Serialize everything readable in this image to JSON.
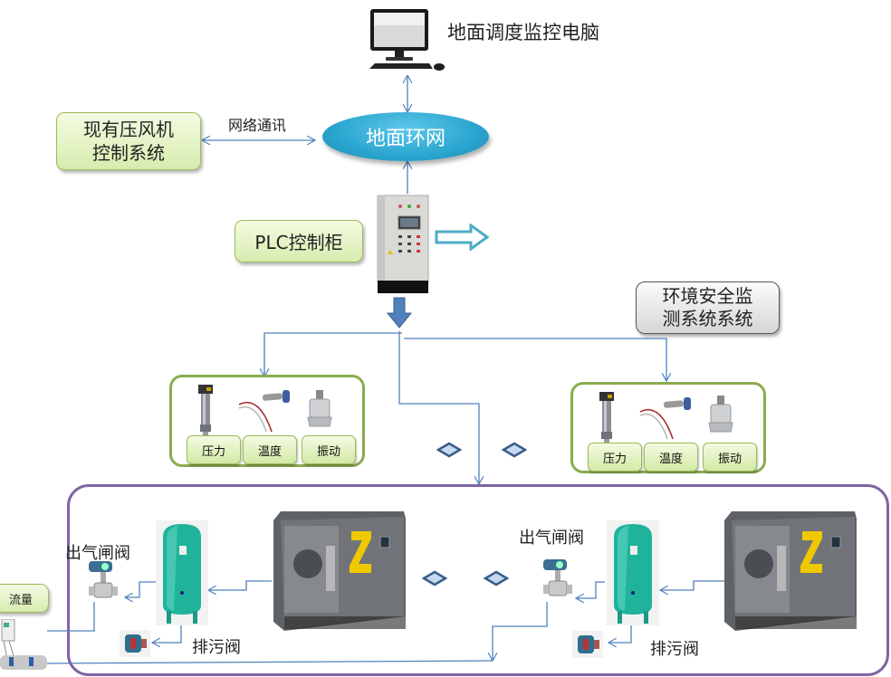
{
  "diagram": {
    "monitor_pc": {
      "label": "地面调度监控电脑",
      "icon": "computer-icon"
    },
    "ring_network": {
      "label": "地面环网",
      "color": "#2fb3d9"
    },
    "network_comm": {
      "label": "网络通讯"
    },
    "existing_compressor_control": {
      "label_line1": "现有压风机",
      "label_line2": "控制系统"
    },
    "plc_cabinet": {
      "label": "PLC控制柜",
      "icon": "control-cabinet-icon"
    },
    "env_safety_monitor": {
      "label_line1": "环境安全监",
      "label_line2": "测系统系统"
    },
    "sensor_groups": [
      {
        "sensors": [
          {
            "label": "压力",
            "icon": "pressure-sensor-icon"
          },
          {
            "label": "温度",
            "icon": "temperature-sensor-icon"
          },
          {
            "label": "振动",
            "icon": "vibration-sensor-icon"
          }
        ]
      },
      {
        "sensors": [
          {
            "label": "压力",
            "icon": "pressure-sensor-icon"
          },
          {
            "label": "温度",
            "icon": "temperature-sensor-icon"
          },
          {
            "label": "振动",
            "icon": "vibration-sensor-icon"
          }
        ]
      }
    ],
    "compressor_units": [
      {
        "outlet_valve": "出气闸阀",
        "drain_valve": "排污阀",
        "compressor_mark": "Z"
      },
      {
        "outlet_valve": "出气闸阀",
        "drain_valve": "排污阀",
        "compressor_mark": "Z"
      }
    ],
    "flow_meter": {
      "label": "流量"
    },
    "colors": {
      "line": "#4f81bd",
      "green_border": "#9bbb59",
      "station_border": "#8064a2",
      "arrow_outline": "#4bacc6"
    }
  }
}
